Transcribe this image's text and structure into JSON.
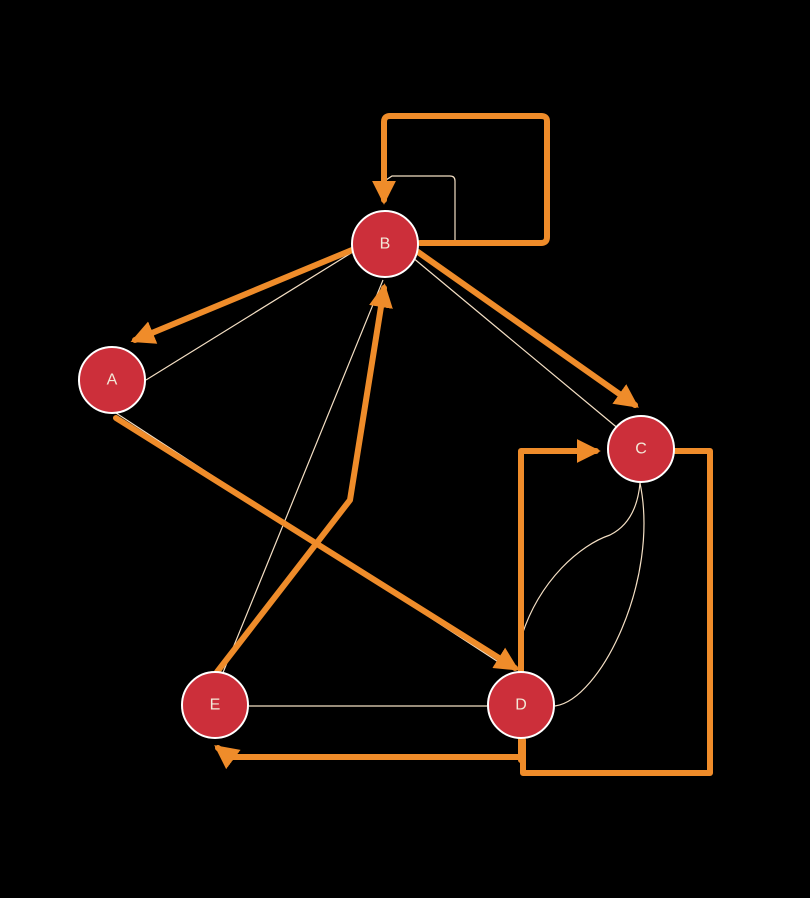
{
  "colors": {
    "background": "#000000",
    "node_fill": "#cc2f3a",
    "node_stroke": "#ffffff",
    "label": "#f3e9d8",
    "thin_edge": "#f4dfc4",
    "highlight_edge": "#ef8c2a"
  },
  "nodes": [
    {
      "id": "A",
      "label": "A"
    },
    {
      "id": "B",
      "label": "B"
    },
    {
      "id": "C",
      "label": "C"
    },
    {
      "id": "D",
      "label": "D"
    },
    {
      "id": "E",
      "label": "E"
    }
  ],
  "edges": [
    {
      "from": "B",
      "to": "B",
      "kind": "thin"
    },
    {
      "from": "B",
      "to": "A",
      "kind": "thin"
    },
    {
      "from": "B",
      "to": "C",
      "kind": "thin"
    },
    {
      "from": "A",
      "to": "D",
      "kind": "thin"
    },
    {
      "from": "E",
      "to": "B",
      "kind": "thin"
    },
    {
      "from": "E",
      "to": "D",
      "kind": "thin"
    },
    {
      "from": "C",
      "to": "D",
      "kind": "thin"
    },
    {
      "from": "D",
      "to": "C",
      "kind": "thin"
    },
    {
      "from": "B",
      "to": "B",
      "kind": "highlight"
    },
    {
      "from": "B",
      "to": "A",
      "kind": "highlight"
    },
    {
      "from": "B",
      "to": "C",
      "kind": "highlight"
    },
    {
      "from": "A",
      "to": "D",
      "kind": "highlight"
    },
    {
      "from": "E",
      "to": "B",
      "kind": "highlight"
    },
    {
      "from": "D",
      "to": "E",
      "kind": "highlight"
    },
    {
      "from": "D",
      "to": "C",
      "kind": "highlight"
    }
  ]
}
